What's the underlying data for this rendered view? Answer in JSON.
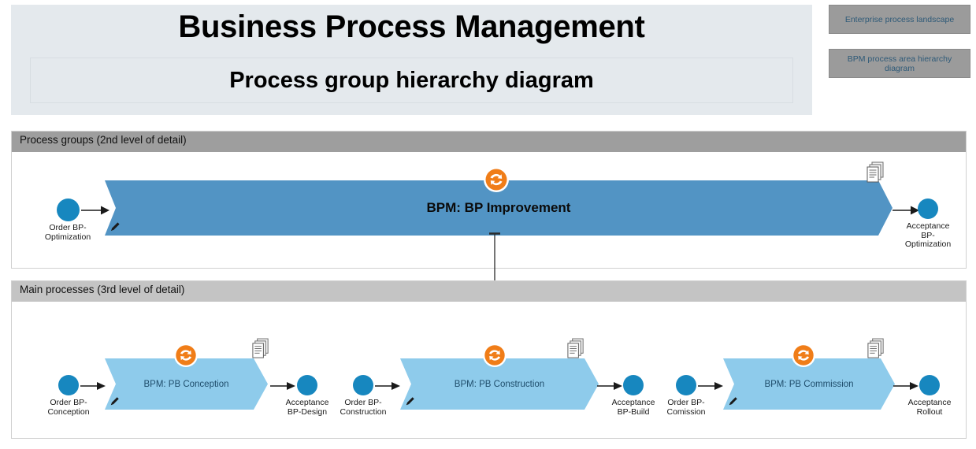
{
  "header": {
    "title": "Business Process Management",
    "subtitle": "Process group hierarchy diagram"
  },
  "nav_buttons": [
    {
      "label": "Enterprise process landscape",
      "name": "enterprise-process-landscape-button"
    },
    {
      "label": "BPM process area hierarchy diagram",
      "name": "bpm-process-area-hierarchy-diagram-button"
    }
  ],
  "sections": [
    {
      "header": "Process groups (2nd level of detail)"
    },
    {
      "header": "Main processes (3rd level of detail)"
    }
  ],
  "process_groups": [
    {
      "name": "BPM: BP Improvement",
      "input_label": "Order BP-\nOptimization",
      "output_label": "Acceptance\nBP-\nOptimization",
      "has_edit_icon": true,
      "has_recycle_icon": true,
      "has_documents_icon": true
    }
  ],
  "main_processes": [
    {
      "name": "BPM: PB Conception",
      "input_label": "Order BP-\nConception",
      "output_label": "Acceptance\nBP-Design",
      "has_edit_icon": true,
      "has_recycle_icon": true,
      "has_documents_icon": true
    },
    {
      "name": "BPM: PB Construction",
      "input_label": "Order BP-\nConstruction",
      "output_label": "Acceptance\nBP-Build",
      "has_edit_icon": true,
      "has_recycle_icon": true,
      "has_documents_icon": true
    },
    {
      "name": "BPM: PB Commission",
      "input_label": "Order BP-\nComission",
      "output_label": "Acceptance\nRollout",
      "has_edit_icon": true,
      "has_recycle_icon": true,
      "has_documents_icon": true
    }
  ],
  "colors": {
    "title_panel_bg": "#e4e9ed",
    "nav_button_bg": "#9b9b9b",
    "nav_button_text": "#2e5a78",
    "section_header_level2": "#9e9e9e",
    "section_header_level3": "#c4c4c4",
    "chevron_main": "#5294c4",
    "chevron_sub": "#8ecbeb",
    "node_circle": "#1787bf",
    "recycle_icon": "#f07d18",
    "connector_line": "#3a3a3a"
  }
}
